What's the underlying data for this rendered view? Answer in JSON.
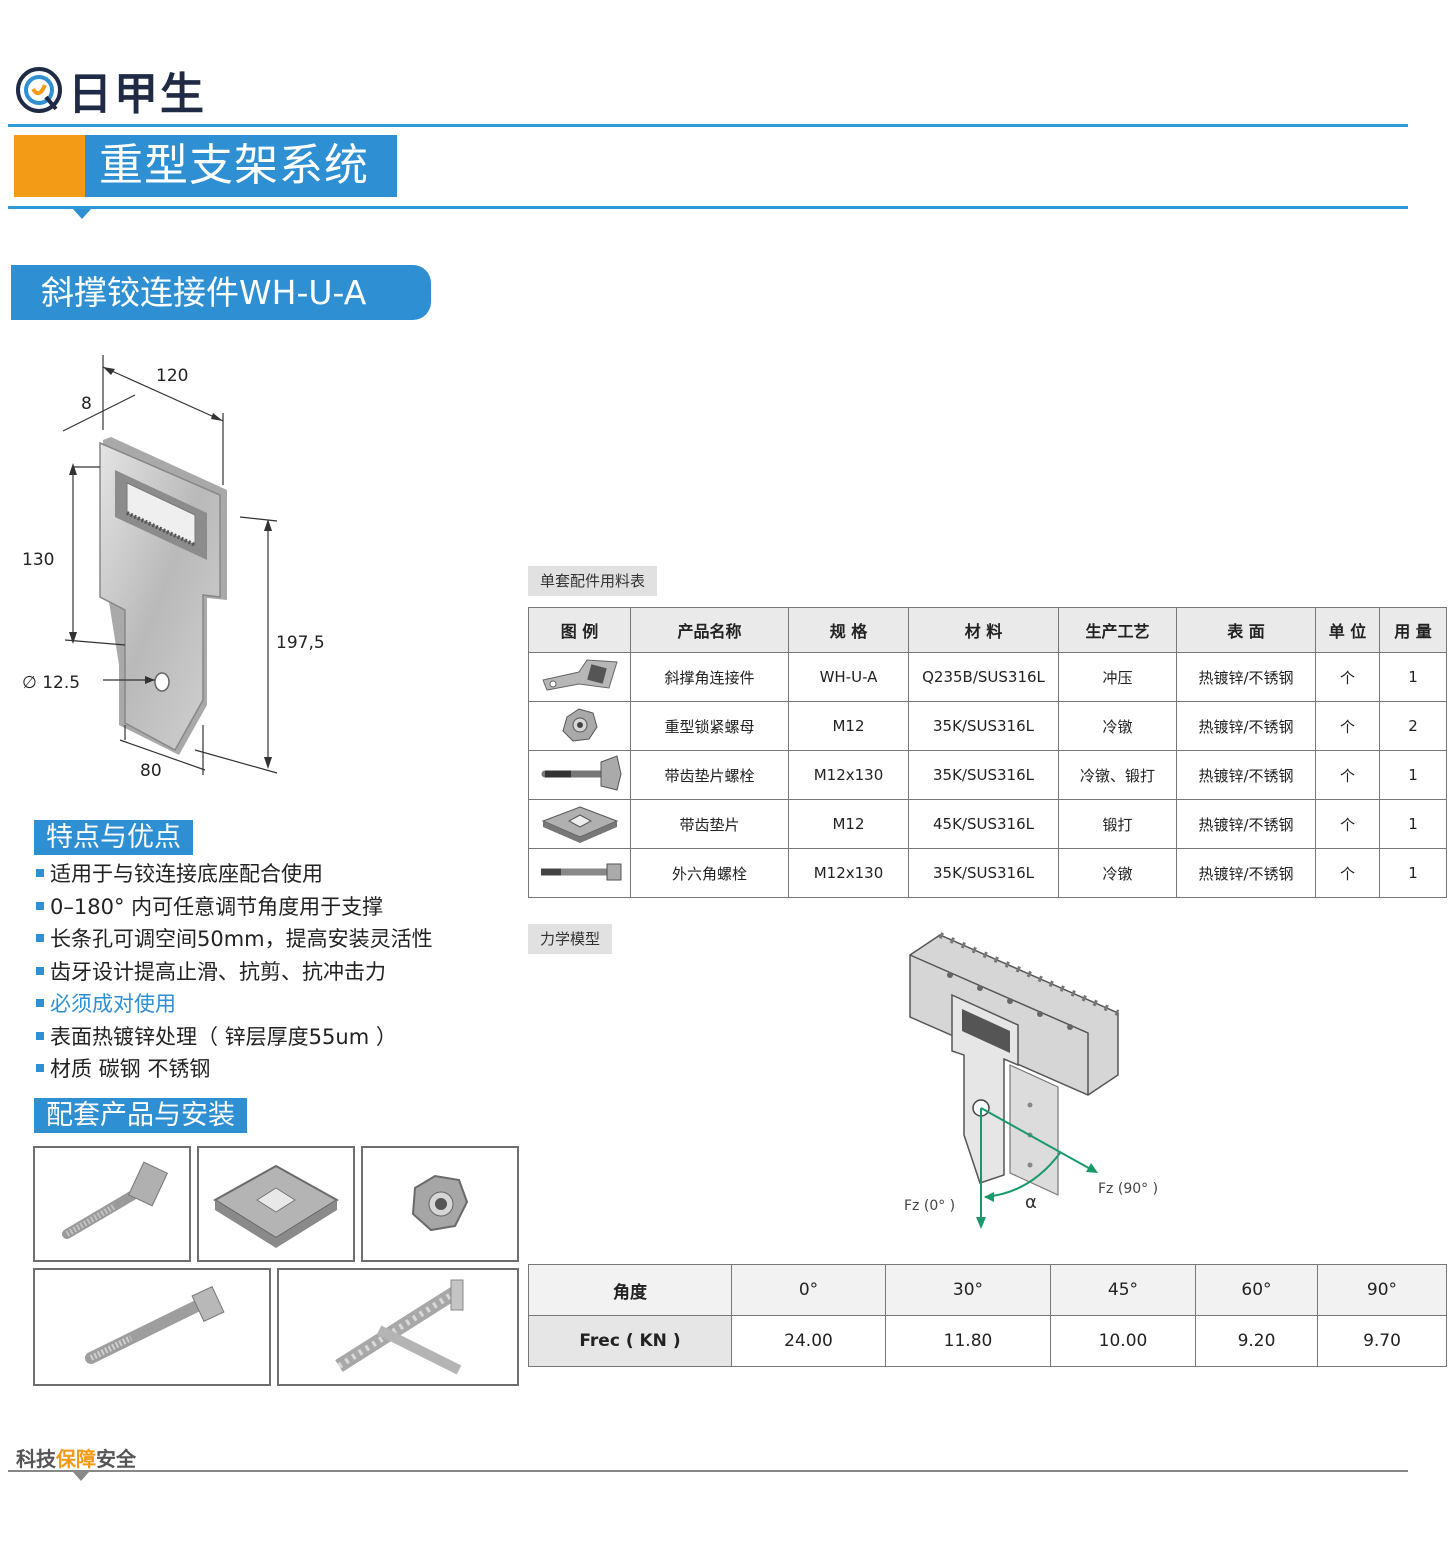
{
  "brand": {
    "name": "日甲生"
  },
  "header": {
    "title": "重型支架系统"
  },
  "product": {
    "title": "斜撑铰连接件WH-U-A"
  },
  "drawing": {
    "dims": {
      "width": "120",
      "thickness": "8",
      "height": "130",
      "total": "197,5",
      "bottom": "80",
      "hole": "∅ 12.5"
    }
  },
  "features": {
    "title": "特点与优点",
    "items": [
      "适用于与铰连接底座配合使用",
      "0–180°  内可任意调节角度用于支撑",
      "长条孔可调空间50mm，提高安装灵活性",
      "齿牙设计提高止滑、抗剪、抗冲击力",
      "必须成对使用",
      "表面热镀锌处理（ 锌层厚度55um ）",
      "材质 碳钢 不锈钢"
    ]
  },
  "accessories": {
    "title": "配套产品与安装"
  },
  "materials": {
    "title": "单套配件用料表",
    "headers": [
      "图 例",
      "产品名称",
      "规 格",
      "材 料",
      "生产工艺",
      "表 面",
      "单 位",
      "用 量"
    ],
    "rows": [
      {
        "icon": "hinge-plate-icon",
        "name": "斜撑角连接件",
        "spec": "WH-U-A",
        "material": "Q235B/SUS316L",
        "process": "冲压",
        "surface": "热镀锌/不锈钢",
        "unit": "个",
        "qty": "1"
      },
      {
        "icon": "flange-nut-icon",
        "name": "重型锁紧螺母",
        "spec": "M12",
        "material": "35K/SUS316L",
        "process": "冷镦",
        "surface": "热镀锌/不锈钢",
        "unit": "个",
        "qty": "2"
      },
      {
        "icon": "serrated-bolt-icon",
        "name": "带齿垫片螺栓",
        "spec": "M12x130",
        "material": "35K/SUS316L",
        "process": "冷镦、锻打",
        "surface": "热镀锌/不锈钢",
        "unit": "个",
        "qty": "1"
      },
      {
        "icon": "serrated-washer-icon",
        "name": "带齿垫片",
        "spec": "M12",
        "material": "45K/SUS316L",
        "process": "锻打",
        "surface": "热镀锌/不锈钢",
        "unit": "个",
        "qty": "1"
      },
      {
        "icon": "hex-bolt-icon",
        "name": "外六角螺栓",
        "spec": "M12x130",
        "material": "35K/SUS316L",
        "process": "冷镦",
        "surface": "热镀锌/不锈钢",
        "unit": "个",
        "qty": "1"
      }
    ]
  },
  "mechanics": {
    "title": "力学模型",
    "labels": {
      "fz0": "Fz (0°  )",
      "fz90": "Fz (90°  )",
      "alpha": "α"
    }
  },
  "performance": {
    "row1": {
      "label": "角度",
      "values": [
        "0°",
        "30°",
        "45°",
        "60°",
        "90°"
      ]
    },
    "row2": {
      "label": "Frec ( KN )",
      "values": [
        "24.00",
        "11.80",
        "10.00",
        "9.20",
        "9.70"
      ]
    }
  },
  "footer": {
    "part1": "科技",
    "part2": "保障",
    "part3": "安全"
  },
  "colors": {
    "accent": "#2e8fd3",
    "orange": "#f39a17"
  }
}
